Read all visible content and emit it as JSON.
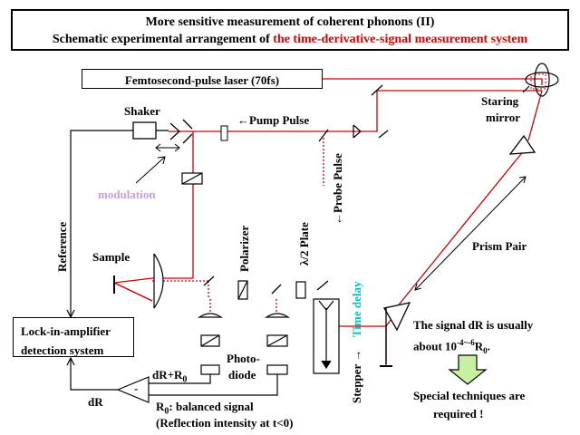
{
  "title": {
    "line1": "More sensitive measurement of coherent phonons (II)",
    "line2_black": "Schematic experimental arrangement of ",
    "line2_red": "the time-derivative-signal measurement system"
  },
  "laser_label": "Femtosecond-pulse laser (70fs)",
  "labels": {
    "shaker": "Shaker",
    "pump_pulse": "←Pump Pulse",
    "staring_mirror_1": "Staring",
    "staring_mirror_2": "mirror",
    "modulation": "modulation",
    "reference": "Reference",
    "polarizer": "Polarizer",
    "half_wave_plate": "λ/2 Plate",
    "probe_pulse": "←Probe Pulse",
    "prism_pair": "Prism Pair",
    "sample": "Sample",
    "stepper": "Stepper →",
    "time_delay": "Time delay",
    "photo_diode_1": "Photo-",
    "photo_diode_2": "diode",
    "dr_r0": "dR+R",
    "dr_r0_sub": "0",
    "dr": "dR",
    "minus": "-",
    "r0_note_main": "R",
    "r0_note_sub": "0",
    "r0_note_rest": ": balanced signal",
    "reflection_note": "(Reflection intensity at t<0)"
  },
  "lockin_box": {
    "line1": "Lock-in-amplifier",
    "line2": "detection system"
  },
  "notes": {
    "signal_line1": "The signal dR is usually",
    "signal_line2_pre": "about 10",
    "signal_line2_exp": "-4~-6",
    "signal_line2_post": "R",
    "signal_line2_sub": "0",
    "signal_line2_end": ".",
    "special_line1": "Special techniques are",
    "special_line2": "required !"
  },
  "colors": {
    "beam": "#cc0000",
    "title_accent": "#e00000",
    "modulation": "#c8a0e0",
    "time_delay": "#00c0c0",
    "arrow_fill": "#c8f0a0"
  }
}
